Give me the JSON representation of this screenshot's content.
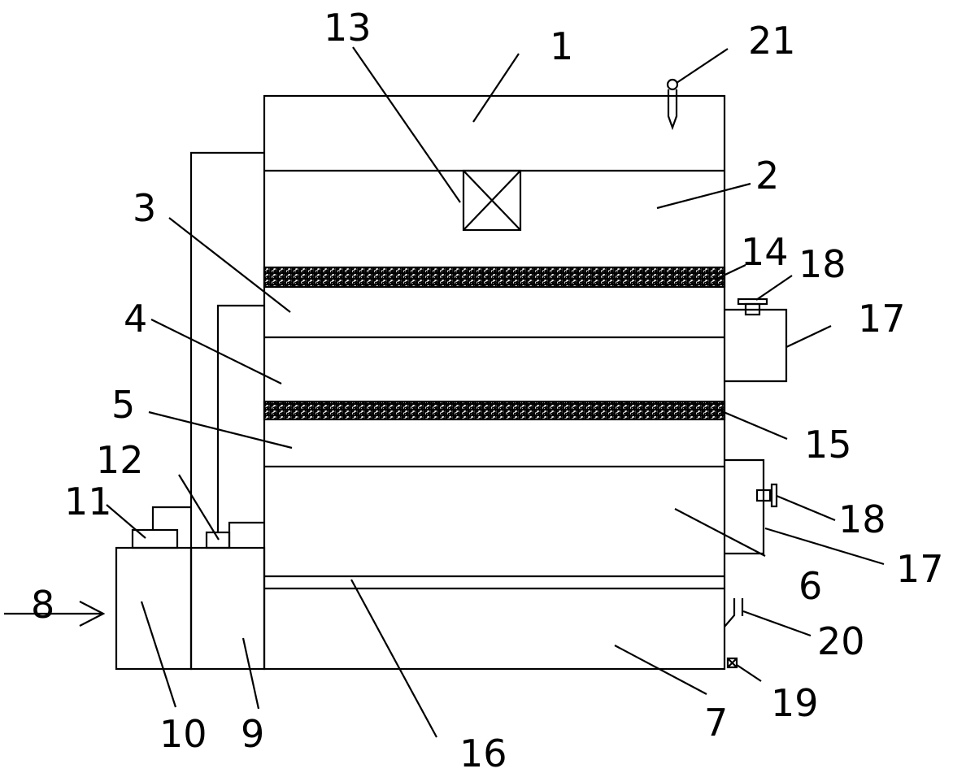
{
  "labels": {
    "l1": "1",
    "l2": "2",
    "l3": "3",
    "l4": "4",
    "l5": "5",
    "l6": "6",
    "l7": "7",
    "l8": "8",
    "l9": "9",
    "l10": "10",
    "l11": "11",
    "l12": "12",
    "l13": "13",
    "l14": "14",
    "l15": "15",
    "l16": "16",
    "l17a": "17",
    "l17b": "17",
    "l18a": "18",
    "l18b": "18",
    "l19": "19",
    "l20": "20",
    "l21": "21"
  },
  "colors": {
    "stroke": "#000000",
    "background": "#ffffff"
  }
}
